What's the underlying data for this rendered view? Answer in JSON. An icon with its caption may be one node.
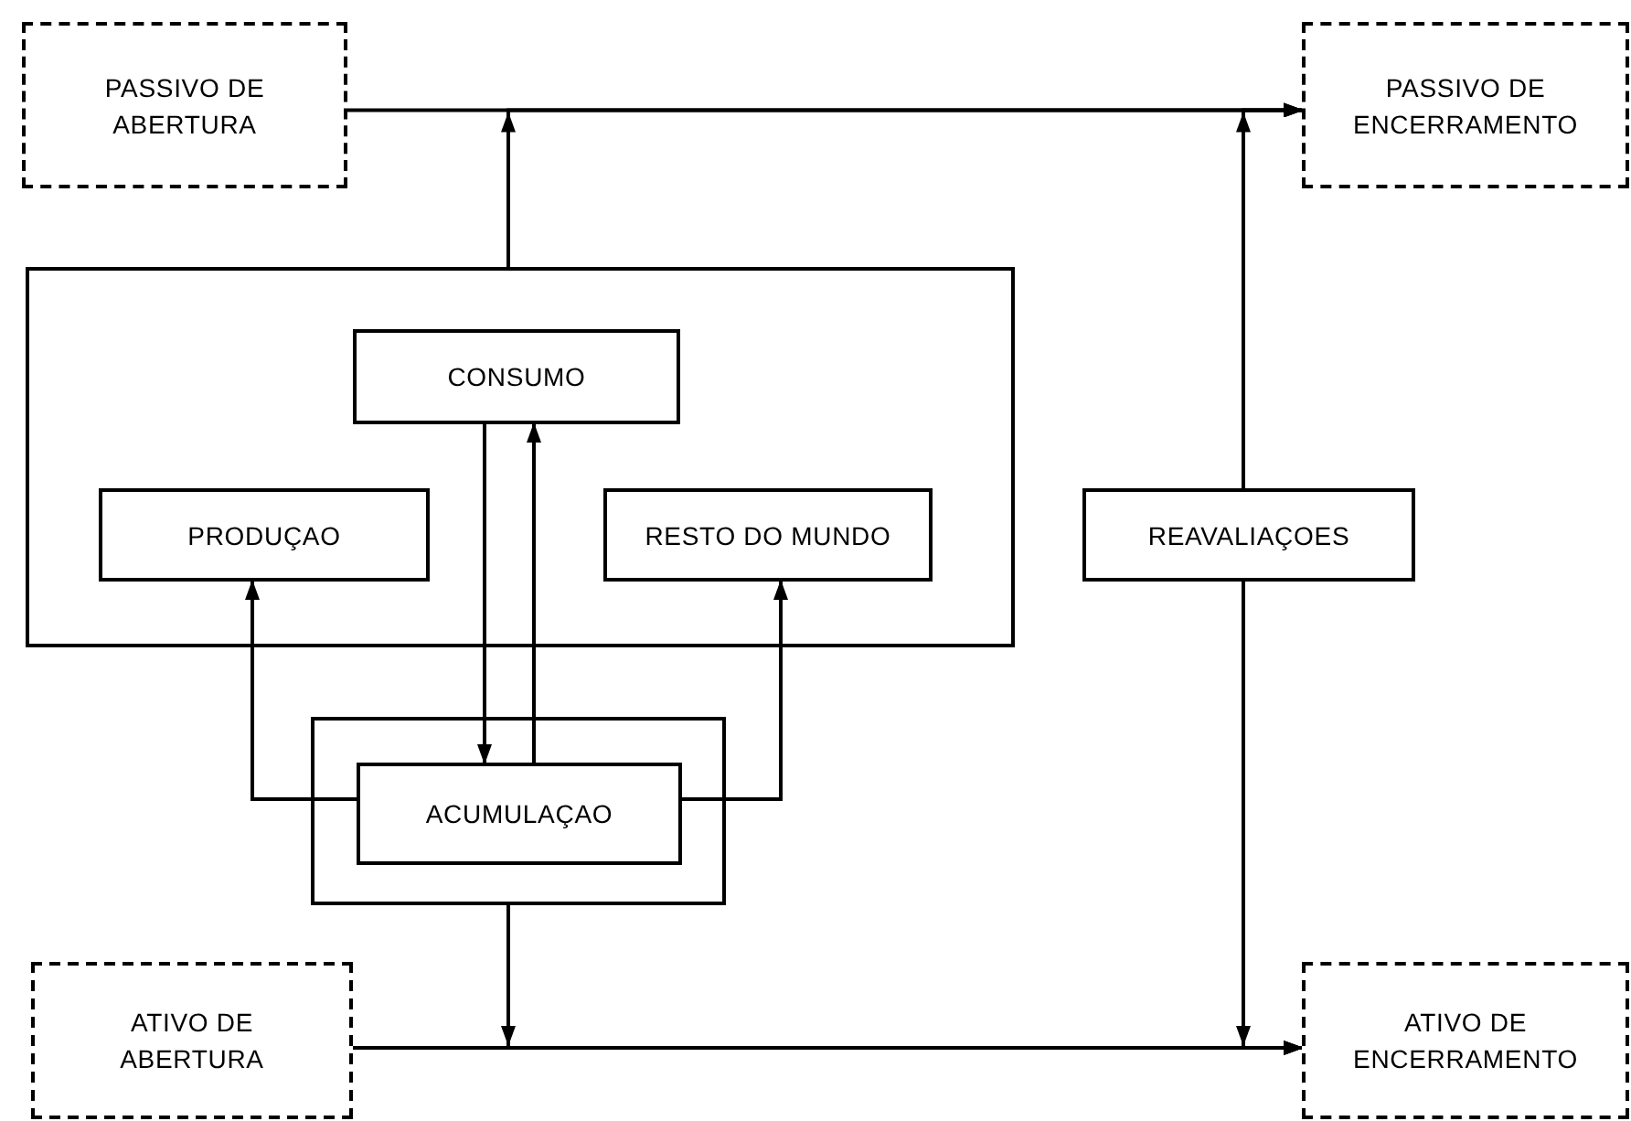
{
  "diagram": {
    "nodes": [
      {
        "text": [
          "PASSIVO DE ABERTURA"
        ]
      },
      {
        "text": [
          "PASSIVO DE ENCERRAMENTO"
        ]
      },
      {
        "text": [],
        "shape": "box"
      },
      {
        "text": [
          "CONSUMO"
        ],
        "in": 2
      },
      {
        "text": [
          "PRODUÇAO"
        ],
        "in": 2
      },
      {
        "text": [
          "RESTO DO MUNDO"
        ],
        "in": 2
      },
      {
        "text": [
          "REAVALIAÇOES"
        ]
      },
      {
        "text": [],
        "shape": "box"
      },
      {
        "text": [
          "ACUMULAÇAO"
        ],
        "in": 7
      },
      {
        "text": [
          "ATIVO DE ABERTURA"
        ]
      },
      {
        "text": [
          "ATIVO DE ENCERRAMENTO"
        ]
      }
    ],
    "edges": [
      {
        "from": 0,
        "to": 1,
        "arrow": "to"
      },
      {
        "from": 2,
        "to": 1,
        "arrow": "to"
      },
      {
        "from": 6,
        "to": 1,
        "arrow": "to"
      },
      {
        "from": 3,
        "to": 8,
        "arrow": "to"
      },
      {
        "from": 8,
        "to": 3,
        "arrow": "to"
      },
      {
        "from": 8,
        "to": 4,
        "arrow": "to"
      },
      {
        "from": 8,
        "to": 5,
        "arrow": "to"
      },
      {
        "from": 9,
        "to": 10,
        "arrow": "to"
      },
      {
        "from": 7,
        "to": 10,
        "arrow": "to"
      },
      {
        "from": 6,
        "to": 10,
        "arrow": "to"
      }
    ]
  }
}
